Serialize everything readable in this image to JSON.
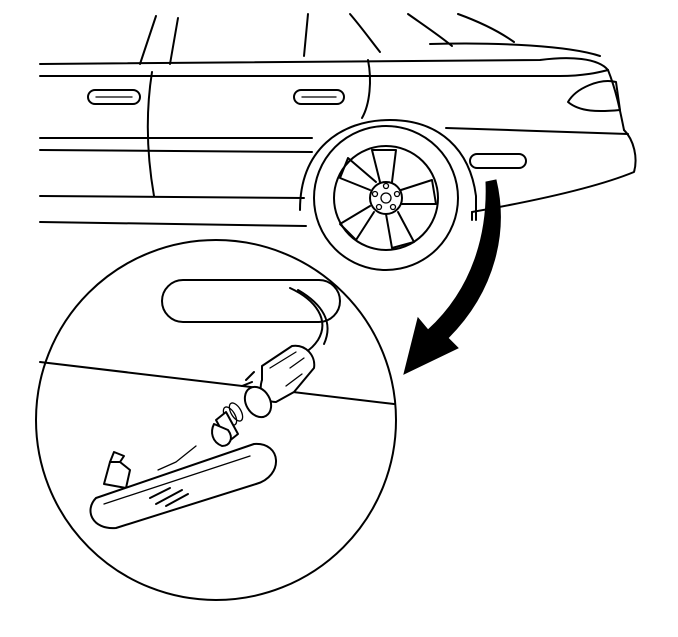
{
  "figure": {
    "kind": "service-illustration",
    "line_color": "#000000",
    "background_color": "#ffffff",
    "subject": [
      "car-rear-quarter",
      "side-marker-lamp",
      "detail-magnifier-circle",
      "callout-arrow",
      "bulb-socket",
      "bulb",
      "wiring-harness"
    ]
  }
}
